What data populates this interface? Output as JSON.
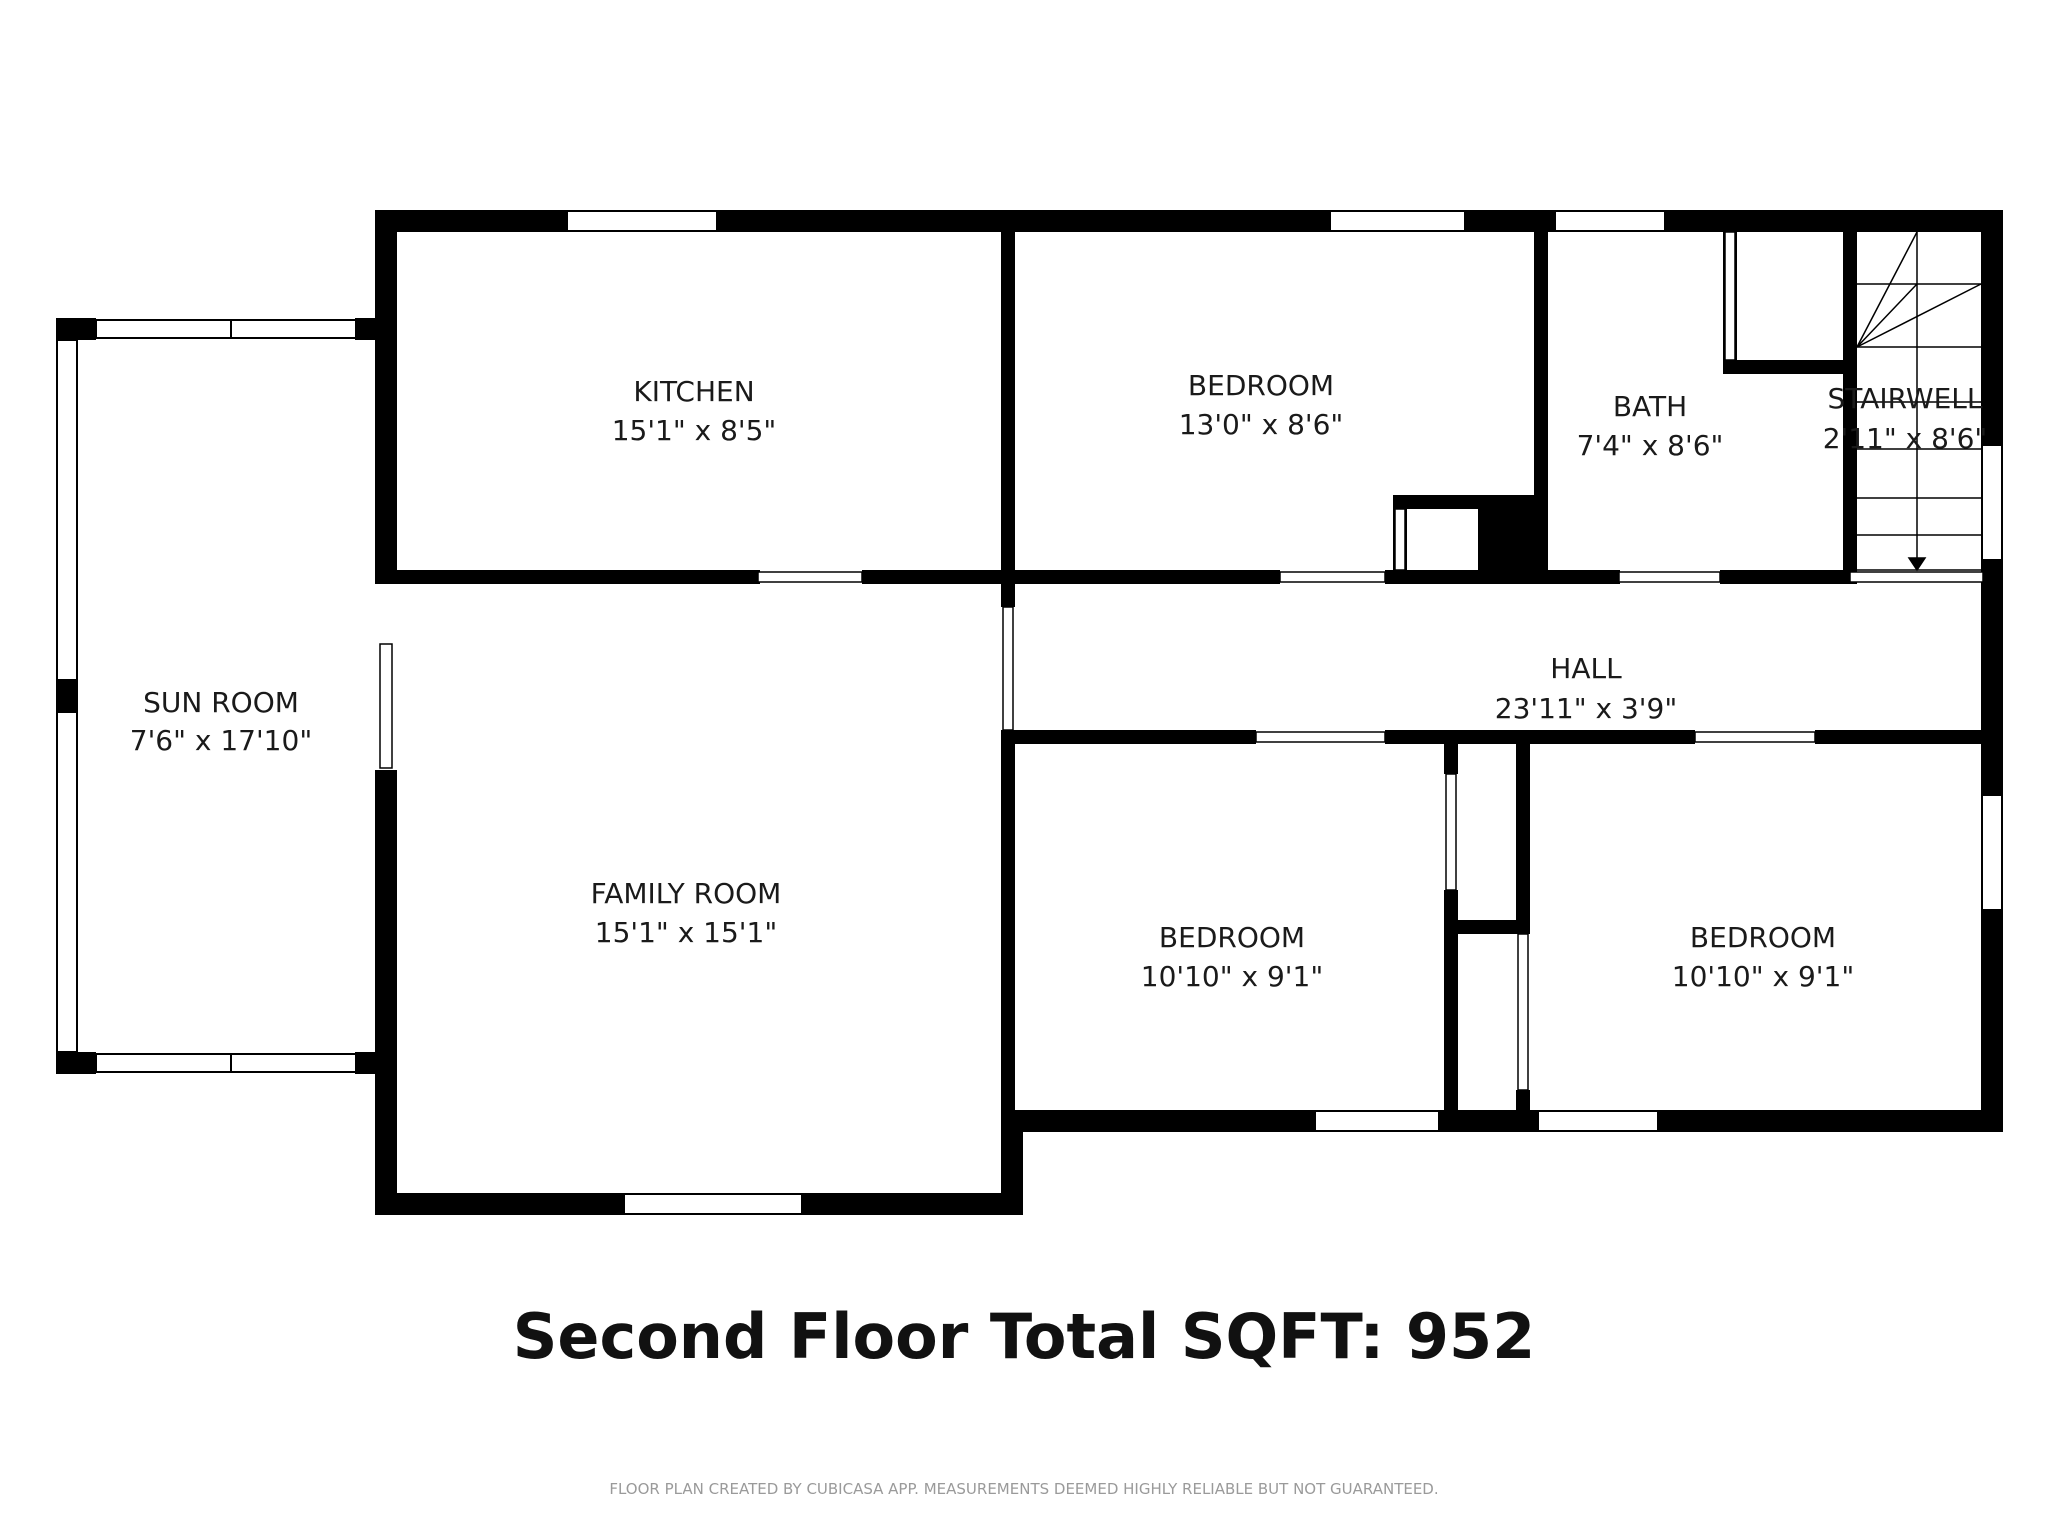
{
  "rooms": [
    {
      "id": "sun-room",
      "name": "SUN ROOM",
      "dimensions": "7'6\" x 17'10\""
    },
    {
      "id": "kitchen",
      "name": "KITCHEN",
      "dimensions": "15'1\" x 8'5\""
    },
    {
      "id": "bedroom-north",
      "name": "BEDROOM",
      "dimensions": "13'0\" x 8'6\""
    },
    {
      "id": "bath",
      "name": "BATH",
      "dimensions": "7'4\" x 8'6\""
    },
    {
      "id": "stairwell",
      "name": "STAIRWELL",
      "dimensions": "2'11\" x 8'6\""
    },
    {
      "id": "hall",
      "name": "HALL",
      "dimensions": "23'11\" x 3'9\""
    },
    {
      "id": "family-room",
      "name": "FAMILY ROOM",
      "dimensions": "15'1\" x 15'1\""
    },
    {
      "id": "bedroom-southwest",
      "name": "BEDROOM",
      "dimensions": "10'10\" x 9'1\""
    },
    {
      "id": "bedroom-southeast",
      "name": "BEDROOM",
      "dimensions": "10'10\" x 9'1\""
    }
  ],
  "total_label": "Second Floor Total SQFT: 952",
  "footer_note": "FLOOR PLAN CREATED BY CUBICASA APP. MEASUREMENTS DEEMED HIGHLY RELIABLE BUT NOT GUARANTEED.",
  "colors": {
    "wall": "#000000",
    "background": "#ffffff",
    "window_stroke": "#000000",
    "footer_text": "#9a9a9a"
  }
}
